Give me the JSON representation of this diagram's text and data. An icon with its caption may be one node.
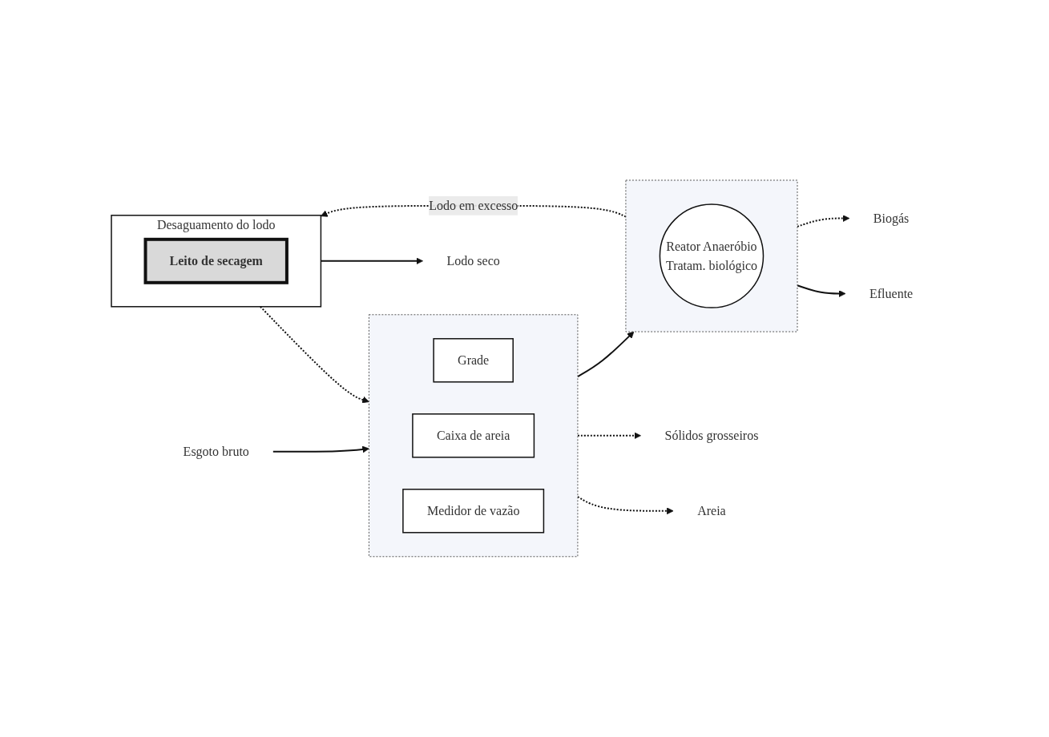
{
  "diagram": {
    "nodes": [
      {
        "text": [
          "Esgoto bruto"
        ]
      },
      {
        "text": [],
        "shape": "box"
      },
      {
        "text": [
          "Grade"
        ],
        "in": 1
      },
      {
        "text": [
          "Caixa de areia"
        ],
        "in": 1
      },
      {
        "text": [
          "Medidor de vazão"
        ],
        "in": 1
      },
      {
        "text": [],
        "shape": "box"
      },
      {
        "text": [
          "Reator Anaeróbio",
          "Tratam. biológico"
        ],
        "in": 5
      },
      {
        "text": [
          "Biogás"
        ]
      },
      {
        "text": [
          "Efluente"
        ]
      },
      {
        "text": [
          "Sólidos grosseiros"
        ]
      },
      {
        "text": [
          "Areia"
        ]
      },
      {
        "text": [
          "Desaguamento do lodo"
        ]
      },
      {
        "text": [
          "Leito de secagem"
        ],
        "in": 11
      },
      {
        "text": [
          "Lodo seco"
        ]
      }
    ],
    "edges": [
      {
        "from": 0,
        "to": 1,
        "arrow": "to"
      },
      {
        "from": 1,
        "to": 5,
        "arrow": "to"
      },
      {
        "from": 5,
        "to": 7,
        "arrow": "to",
        "style": "dashed"
      },
      {
        "from": 5,
        "to": 8,
        "arrow": "to"
      },
      {
        "from": 1,
        "to": 9,
        "arrow": "to",
        "style": "dashed"
      },
      {
        "from": 1,
        "to": 10,
        "arrow": "to",
        "style": "dashed"
      },
      {
        "from": 5,
        "to": 11,
        "arrow": "to",
        "style": "dashed",
        "label": "Lodo em excesso"
      },
      {
        "from": 11,
        "to": 13,
        "arrow": "to"
      },
      {
        "from": 11,
        "to": 1,
        "arrow": "to",
        "style": "dashed"
      }
    ]
  }
}
